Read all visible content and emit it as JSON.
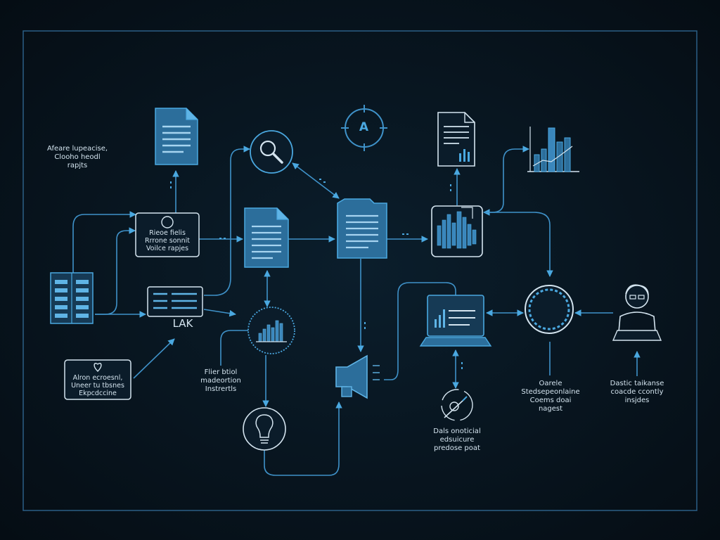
{
  "colors": {
    "background": "#07121c",
    "line": "#3f92c9",
    "fill": "#2c6e9b",
    "text": "#d4e4ef",
    "accent": "#4aa8e0"
  },
  "nodes": {
    "compass": {
      "icon": "compass-a-icon",
      "letter": "A"
    },
    "search": {
      "icon": "magnifier-icon"
    },
    "doc_top": {
      "icon": "document-icon"
    },
    "doc_center": {
      "icon": "document-icon"
    },
    "folder": {
      "icon": "folder-document-icon"
    },
    "report": {
      "icon": "report-document-icon"
    },
    "bar_chart_top": {
      "icon": "bar-chart-icon"
    },
    "audio_file": {
      "icon": "waveform-file-icon"
    },
    "ring": {
      "icon": "ring-node-icon"
    },
    "user": {
      "icon": "user-with-laptop-icon"
    },
    "laptop": {
      "icon": "laptop-chart-icon"
    },
    "megaphone": {
      "icon": "megaphone-icon"
    },
    "gauge": {
      "icon": "gauge-chart-icon"
    },
    "bulb": {
      "icon": "lightbulb-icon"
    },
    "database": {
      "icon": "database-panel-icon"
    },
    "table_box": {
      "icon": "table-icon"
    },
    "info_box": {
      "icon": "info-box-icon"
    },
    "alert_box": {
      "icon": "heart-box-icon"
    },
    "target": {
      "icon": "target-dial-icon"
    }
  },
  "labels": {
    "top_left": [
      "Afeare lupeacise,",
      "Clooho heodl",
      "rapjts"
    ],
    "info_box": [
      "Rieoe fielis",
      "Rrrone sonnit",
      "Voilce rapjes"
    ],
    "table_box": "LAK",
    "alert_box": [
      "Alron ecroesnl,",
      "Uneer tu tbsnes",
      "Ekpcdccine"
    ],
    "gauge": [
      "Flier btiol",
      "madeortion",
      "Instrertls"
    ],
    "target": [
      "Dals onoticial",
      "edsuicure",
      "predose poat"
    ],
    "ring": [
      "Oarele",
      "Stedsepeonlaine",
      "Coems doai",
      "nagest"
    ],
    "user": [
      "Dastic taikanse",
      "coacde ccontly",
      "insjdes"
    ]
  }
}
